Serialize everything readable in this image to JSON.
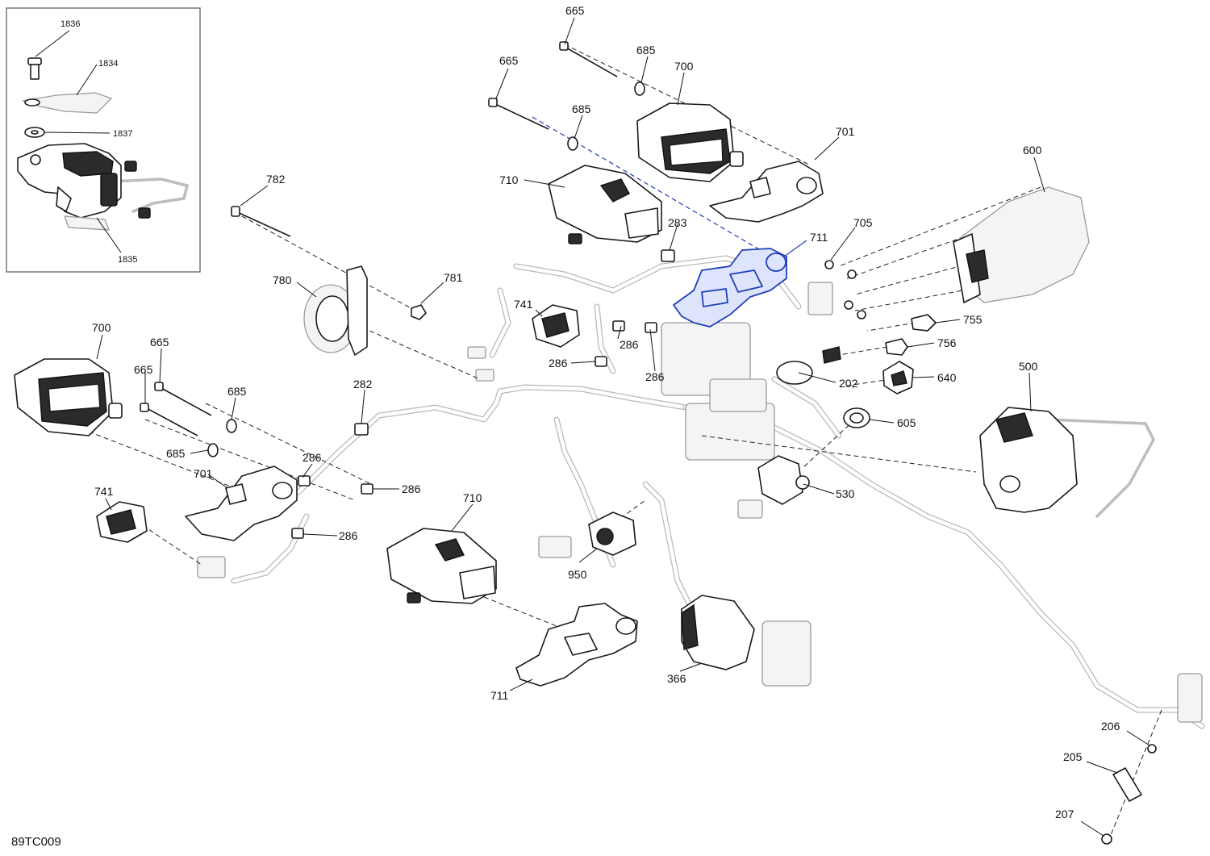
{
  "diagram_code": "89TC009",
  "highlight_color": "#1f3fb8",
  "inset": {
    "labels": {
      "c1836": "1836",
      "c1834": "1834",
      "c1837": "1837",
      "c1835": "1835"
    }
  },
  "callouts": {
    "c665_top": "665",
    "c685_top": "685",
    "c700_top": "700",
    "c665_mid": "665",
    "c685_mid": "685",
    "c701_top": "701",
    "c600": "600",
    "c710_top": "710",
    "c782": "782",
    "c283": "283",
    "c705": "705",
    "c711_highlight": "711",
    "c780": "780",
    "c781": "781",
    "c741_top": "741",
    "c286_a": "286",
    "c286_b": "286",
    "c286_c": "286",
    "c755": "755",
    "c756": "756",
    "c202": "202",
    "c640": "640",
    "c700_left": "700",
    "c665_left1": "665",
    "c665_left2": "665",
    "c685_left1": "685",
    "c685_left2": "685",
    "c282": "282",
    "c500": "500",
    "c605": "605",
    "c286_d": "286",
    "c286_e": "286",
    "c701_left": "701",
    "c286_f": "286",
    "c741_left": "741",
    "c710_bottom": "710",
    "c530": "530",
    "c950": "950",
    "c711_bottom": "711",
    "c366": "366",
    "c206": "206",
    "c205": "205",
    "c207": "207"
  }
}
